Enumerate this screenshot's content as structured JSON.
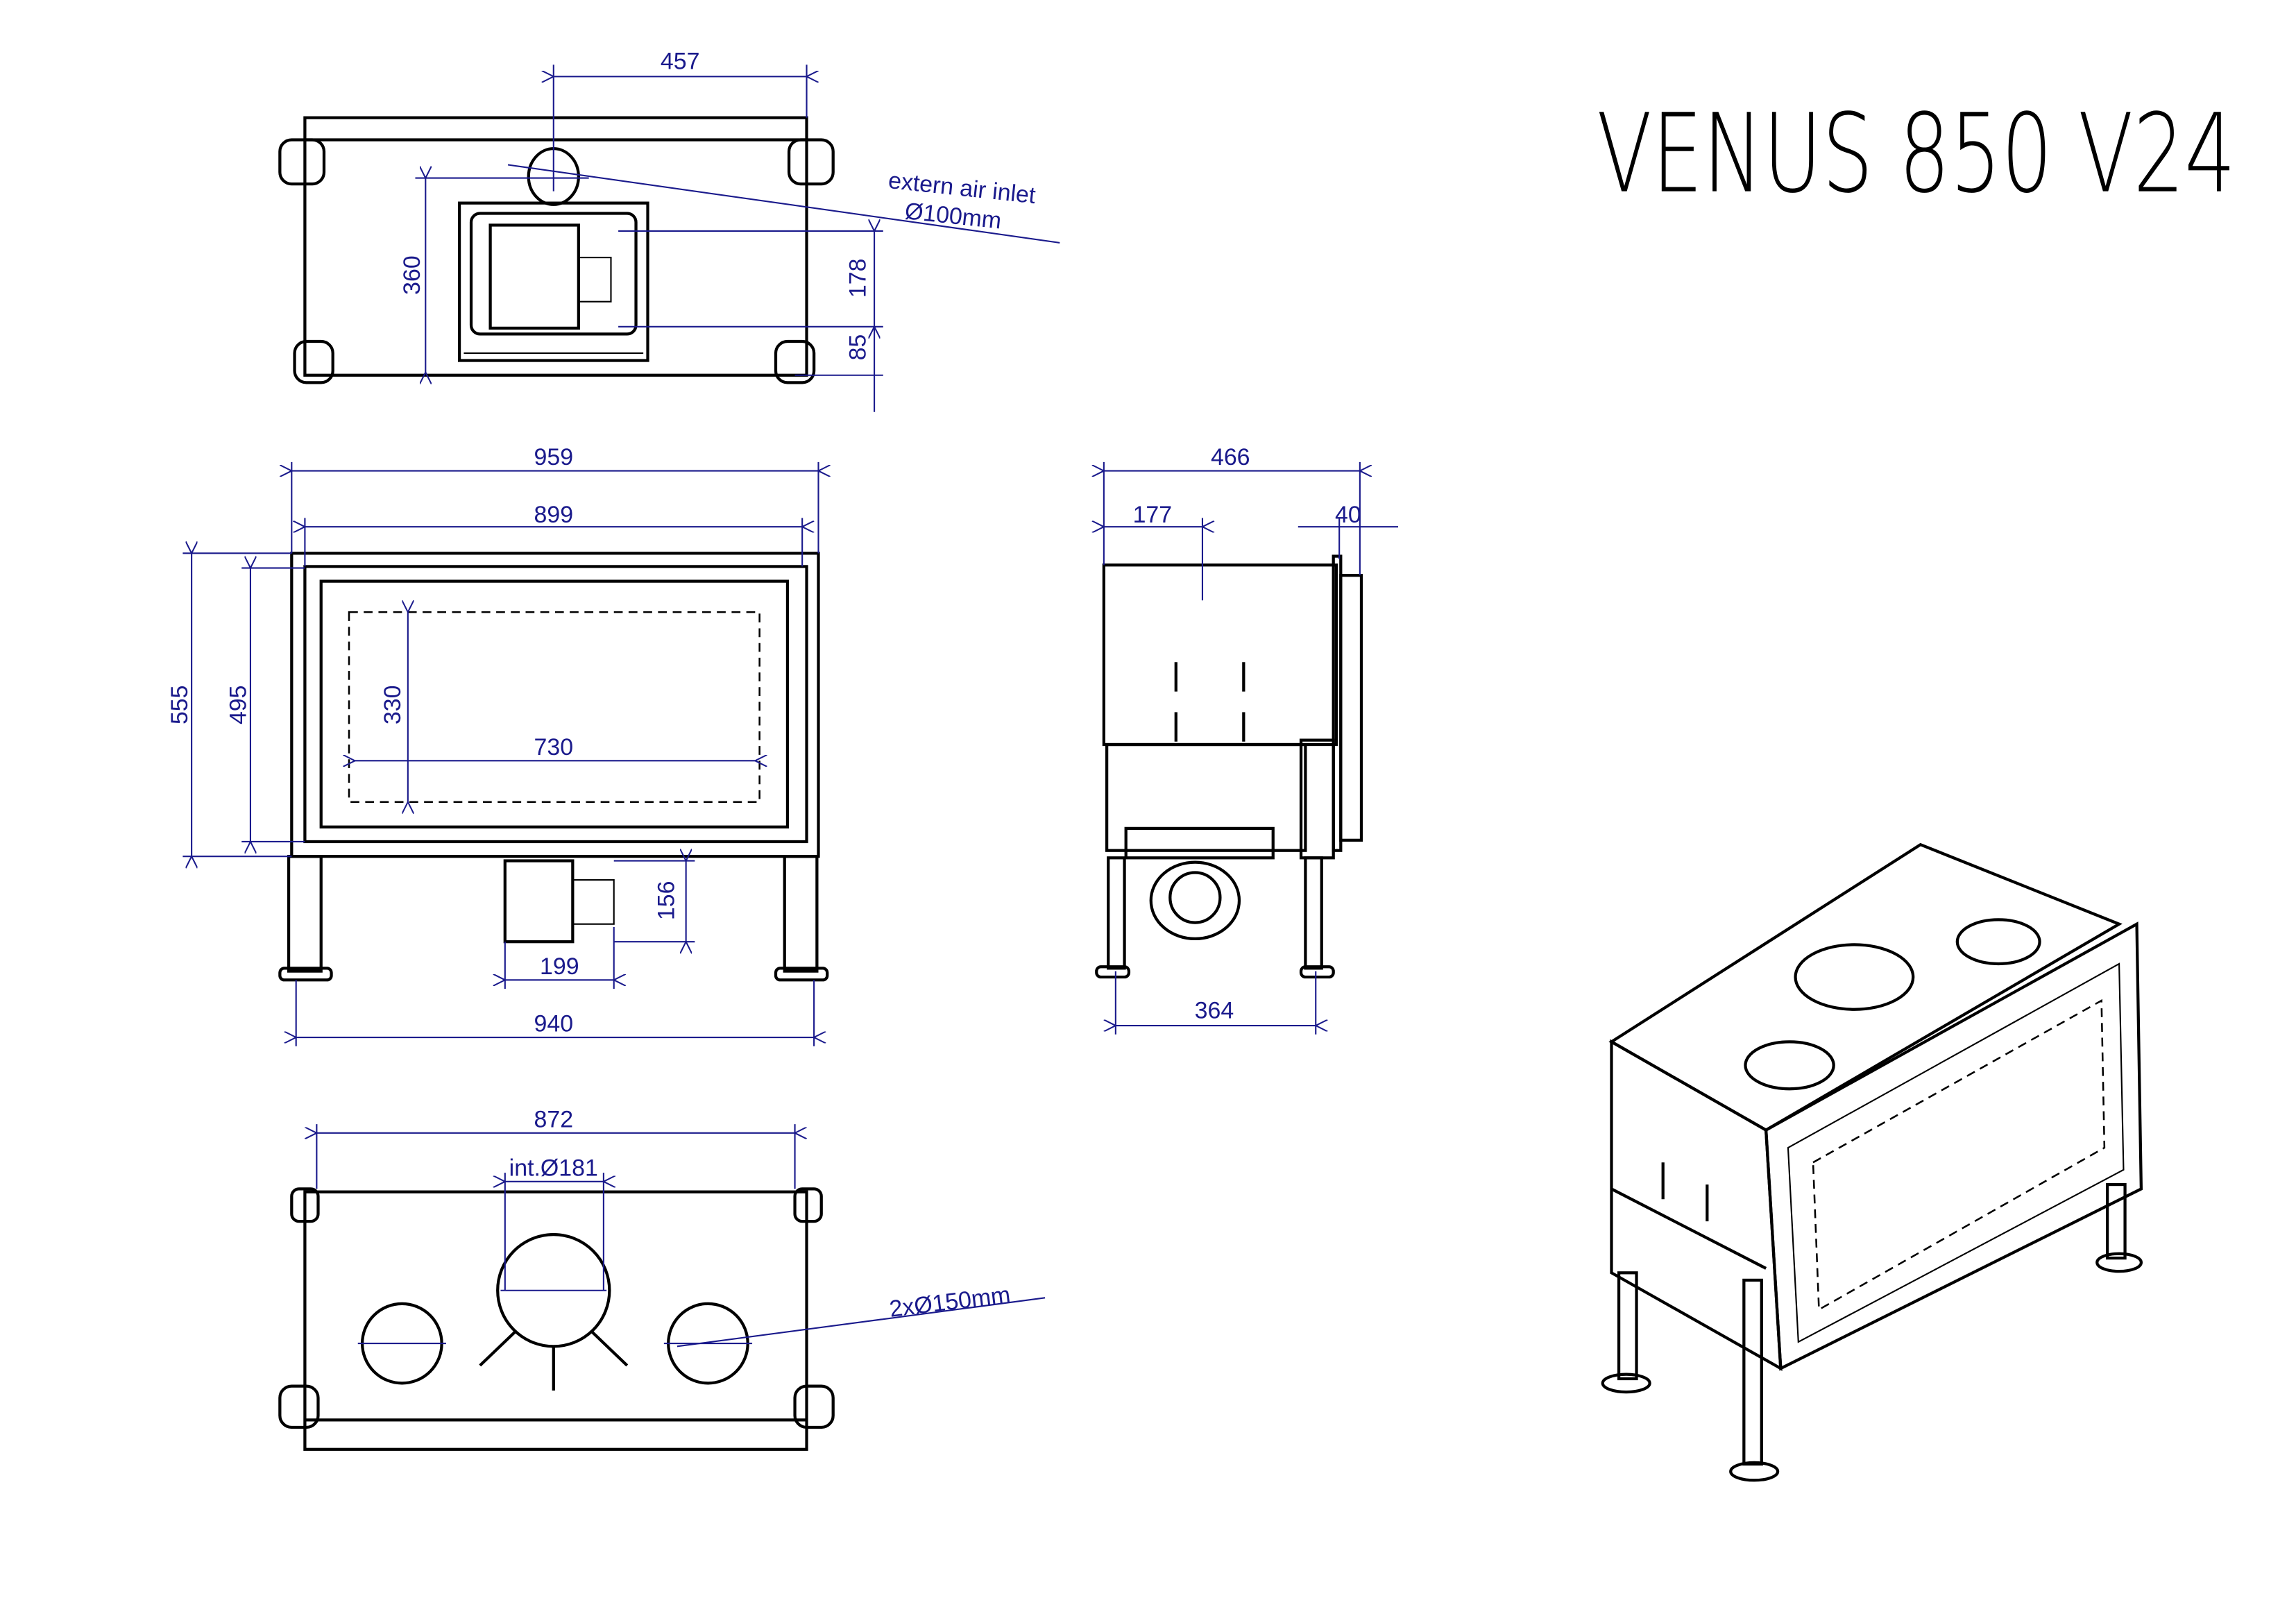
{
  "title": "VENUS 850 V24",
  "colors": {
    "dimension": "#1a1a8c",
    "outline": "#000000"
  },
  "top_view": {
    "width_to_inlet": "457",
    "depth_to_inlet": "360",
    "air_inlet_label": "extern air inlet",
    "air_inlet_diameter": "Ø100mm",
    "fan_box_height": "178",
    "fan_box_offset": "85"
  },
  "front_view": {
    "overall_width": "959",
    "frame_width": "899",
    "overall_height": "555",
    "frame_height": "495",
    "glass_height": "330",
    "glass_width": "730",
    "fan_height": "156",
    "fan_width": "199",
    "leg_span": "940"
  },
  "side_view": {
    "depth": "466",
    "outlet_offset": "177",
    "frame_depth": "40",
    "leg_span": "364"
  },
  "bottom_view": {
    "width": "872",
    "central_outlet": "int.Ø181",
    "side_outlets": "2xØ150mm"
  }
}
